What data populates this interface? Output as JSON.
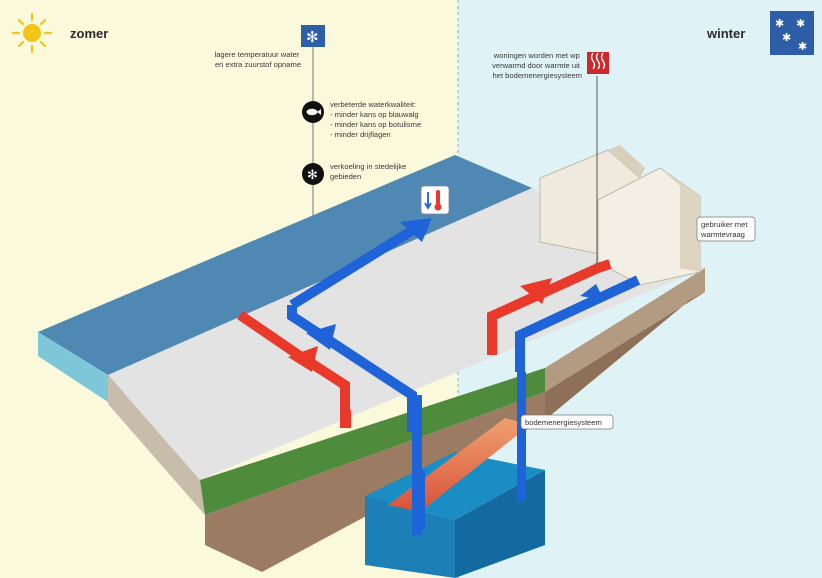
{
  "summer": {
    "label": "zomer",
    "annotations": [
      {
        "lines": [
          "lagere temperatuur water",
          "en extra zuurstof opname"
        ],
        "icon": "snowflake-icon"
      },
      {
        "lines": [
          "verbeterde waterkwaliteit:",
          "- minder kans op blauwalg",
          "- minder kans op botulisme",
          "- minder drijflagen"
        ],
        "icon": "fish-icon"
      },
      {
        "lines": [
          "verkoeling in stedelijke",
          "gebieden"
        ],
        "icon": "snowflake-icon"
      }
    ]
  },
  "winter": {
    "label": "winter",
    "annotations": [
      {
        "lines": [
          "woningen worden met wp",
          "verwarmd door warmte uit",
          "het bodemenergiesysteem"
        ],
        "icon": "heating-icon"
      }
    ]
  },
  "labels": {
    "user": [
      "gebruiker met",
      "warmtevraag"
    ],
    "system": "bodemenergiesysteem"
  },
  "colors": {
    "summer_bg": "#fbf9dc",
    "winter_bg": "#dff2f5",
    "water": "#4f88b2",
    "warm_pipe": "#e8392b",
    "cold_pipe": "#1e63d8",
    "grass": "#4e8b3c",
    "soil": "#9b7b62",
    "ground_top": "#e2e2e2"
  }
}
